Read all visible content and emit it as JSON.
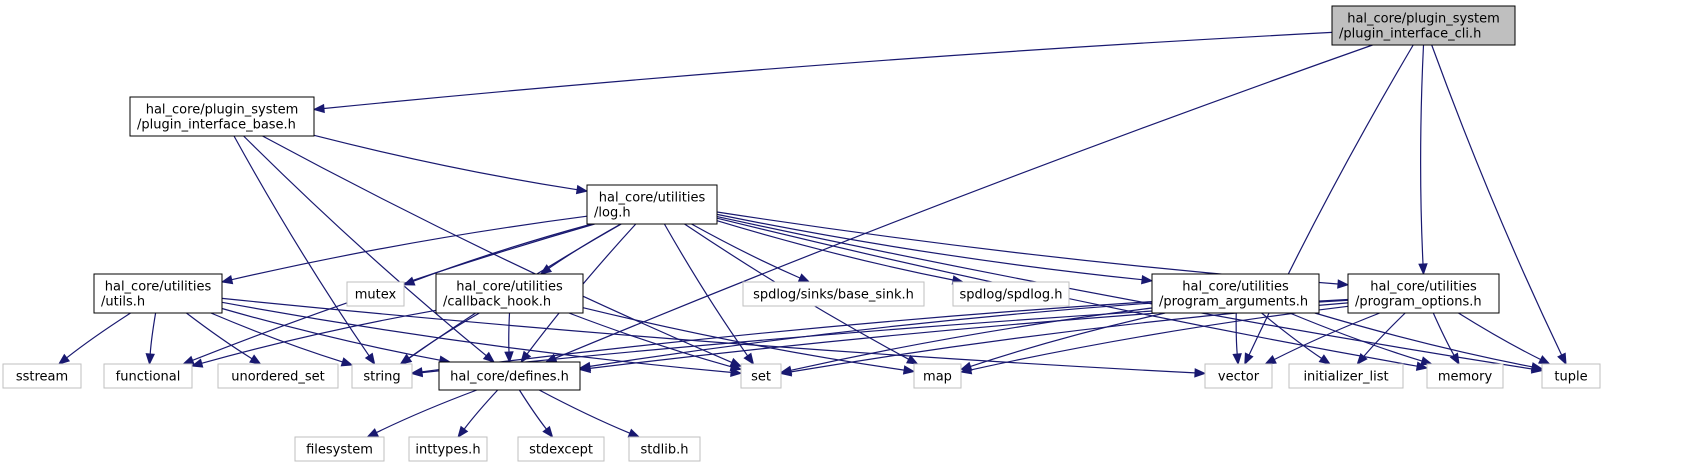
{
  "diagram": {
    "type": "include-dependency-graph",
    "colors": {
      "edge": "#191970",
      "root_fill": "#bfbfbf",
      "internal_border": "#000000",
      "external_border": "#bfbfbf",
      "background": "#ffffff"
    },
    "nodes": [
      {
        "id": "cli",
        "kind": "root",
        "lines": [
          "hal_core/plugin_system",
          "/plugin_interface_cli.h"
        ]
      },
      {
        "id": "base",
        "kind": "internal",
        "lines": [
          "hal_core/plugin_system",
          "/plugin_interface_base.h"
        ]
      },
      {
        "id": "log",
        "kind": "internal",
        "lines": [
          "hal_core/utilities",
          "/log.h"
        ]
      },
      {
        "id": "utils",
        "kind": "internal",
        "lines": [
          "hal_core/utilities",
          "/utils.h"
        ]
      },
      {
        "id": "mutex",
        "kind": "external",
        "lines": [
          "mutex"
        ]
      },
      {
        "id": "cbhook",
        "kind": "internal",
        "lines": [
          "hal_core/utilities",
          "/callback_hook.h"
        ]
      },
      {
        "id": "basesink",
        "kind": "external",
        "lines": [
          "spdlog/sinks/base_sink.h"
        ]
      },
      {
        "id": "spdlog",
        "kind": "external",
        "lines": [
          "spdlog/spdlog.h"
        ]
      },
      {
        "id": "progargs",
        "kind": "internal",
        "lines": [
          "hal_core/utilities",
          "/program_arguments.h"
        ]
      },
      {
        "id": "progopts",
        "kind": "internal",
        "lines": [
          "hal_core/utilities",
          "/program_options.h"
        ]
      },
      {
        "id": "sstream",
        "kind": "external",
        "lines": [
          "sstream"
        ]
      },
      {
        "id": "functional",
        "kind": "external",
        "lines": [
          "functional"
        ]
      },
      {
        "id": "unordered_set",
        "kind": "external",
        "lines": [
          "unordered_set"
        ]
      },
      {
        "id": "string",
        "kind": "external",
        "lines": [
          "string"
        ]
      },
      {
        "id": "defines",
        "kind": "internal",
        "lines": [
          "hal_core/defines.h"
        ]
      },
      {
        "id": "set",
        "kind": "external",
        "lines": [
          "set"
        ]
      },
      {
        "id": "map",
        "kind": "external",
        "lines": [
          "map"
        ]
      },
      {
        "id": "vector",
        "kind": "external",
        "lines": [
          "vector"
        ]
      },
      {
        "id": "initializer_list",
        "kind": "external",
        "lines": [
          "initializer_list"
        ]
      },
      {
        "id": "memory",
        "kind": "external",
        "lines": [
          "memory"
        ]
      },
      {
        "id": "tuple",
        "kind": "external",
        "lines": [
          "tuple"
        ]
      },
      {
        "id": "filesystem",
        "kind": "external",
        "lines": [
          "filesystem"
        ]
      },
      {
        "id": "inttypes",
        "kind": "external",
        "lines": [
          "inttypes.h"
        ]
      },
      {
        "id": "stdexcept",
        "kind": "external",
        "lines": [
          "stdexcept"
        ]
      },
      {
        "id": "stdlib",
        "kind": "external",
        "lines": [
          "stdlib.h"
        ]
      }
    ],
    "edges": [
      [
        "cli",
        "base"
      ],
      [
        "cli",
        "defines"
      ],
      [
        "cli",
        "progopts"
      ],
      [
        "cli",
        "vector"
      ],
      [
        "cli",
        "tuple"
      ],
      [
        "base",
        "log"
      ],
      [
        "base",
        "defines"
      ],
      [
        "base",
        "string"
      ],
      [
        "base",
        "set"
      ],
      [
        "log",
        "utils"
      ],
      [
        "log",
        "mutex"
      ],
      [
        "log",
        "cbhook"
      ],
      [
        "log",
        "basesink"
      ],
      [
        "log",
        "spdlog"
      ],
      [
        "log",
        "progargs"
      ],
      [
        "log",
        "progopts"
      ],
      [
        "log",
        "defines"
      ],
      [
        "log",
        "set"
      ],
      [
        "log",
        "map"
      ],
      [
        "log",
        "string"
      ],
      [
        "log",
        "functional"
      ],
      [
        "log",
        "memory"
      ],
      [
        "log",
        "tuple"
      ],
      [
        "utils",
        "sstream"
      ],
      [
        "utils",
        "functional"
      ],
      [
        "utils",
        "unordered_set"
      ],
      [
        "utils",
        "string"
      ],
      [
        "utils",
        "defines"
      ],
      [
        "utils",
        "set"
      ],
      [
        "utils",
        "vector"
      ],
      [
        "cbhook",
        "functional"
      ],
      [
        "cbhook",
        "string"
      ],
      [
        "cbhook",
        "defines"
      ],
      [
        "cbhook",
        "set"
      ],
      [
        "cbhook",
        "map"
      ],
      [
        "progargs",
        "string"
      ],
      [
        "progargs",
        "defines"
      ],
      [
        "progargs",
        "set"
      ],
      [
        "progargs",
        "map"
      ],
      [
        "progargs",
        "vector"
      ],
      [
        "progargs",
        "initializer_list"
      ],
      [
        "progargs",
        "memory"
      ],
      [
        "progargs",
        "tuple"
      ],
      [
        "progopts",
        "string"
      ],
      [
        "progopts",
        "defines"
      ],
      [
        "progopts",
        "set"
      ],
      [
        "progopts",
        "map"
      ],
      [
        "progopts",
        "vector"
      ],
      [
        "progopts",
        "initializer_list"
      ],
      [
        "progopts",
        "memory"
      ],
      [
        "progopts",
        "tuple"
      ],
      [
        "defines",
        "filesystem"
      ],
      [
        "defines",
        "inttypes"
      ],
      [
        "defines",
        "stdexcept"
      ],
      [
        "defines",
        "stdlib"
      ]
    ]
  }
}
